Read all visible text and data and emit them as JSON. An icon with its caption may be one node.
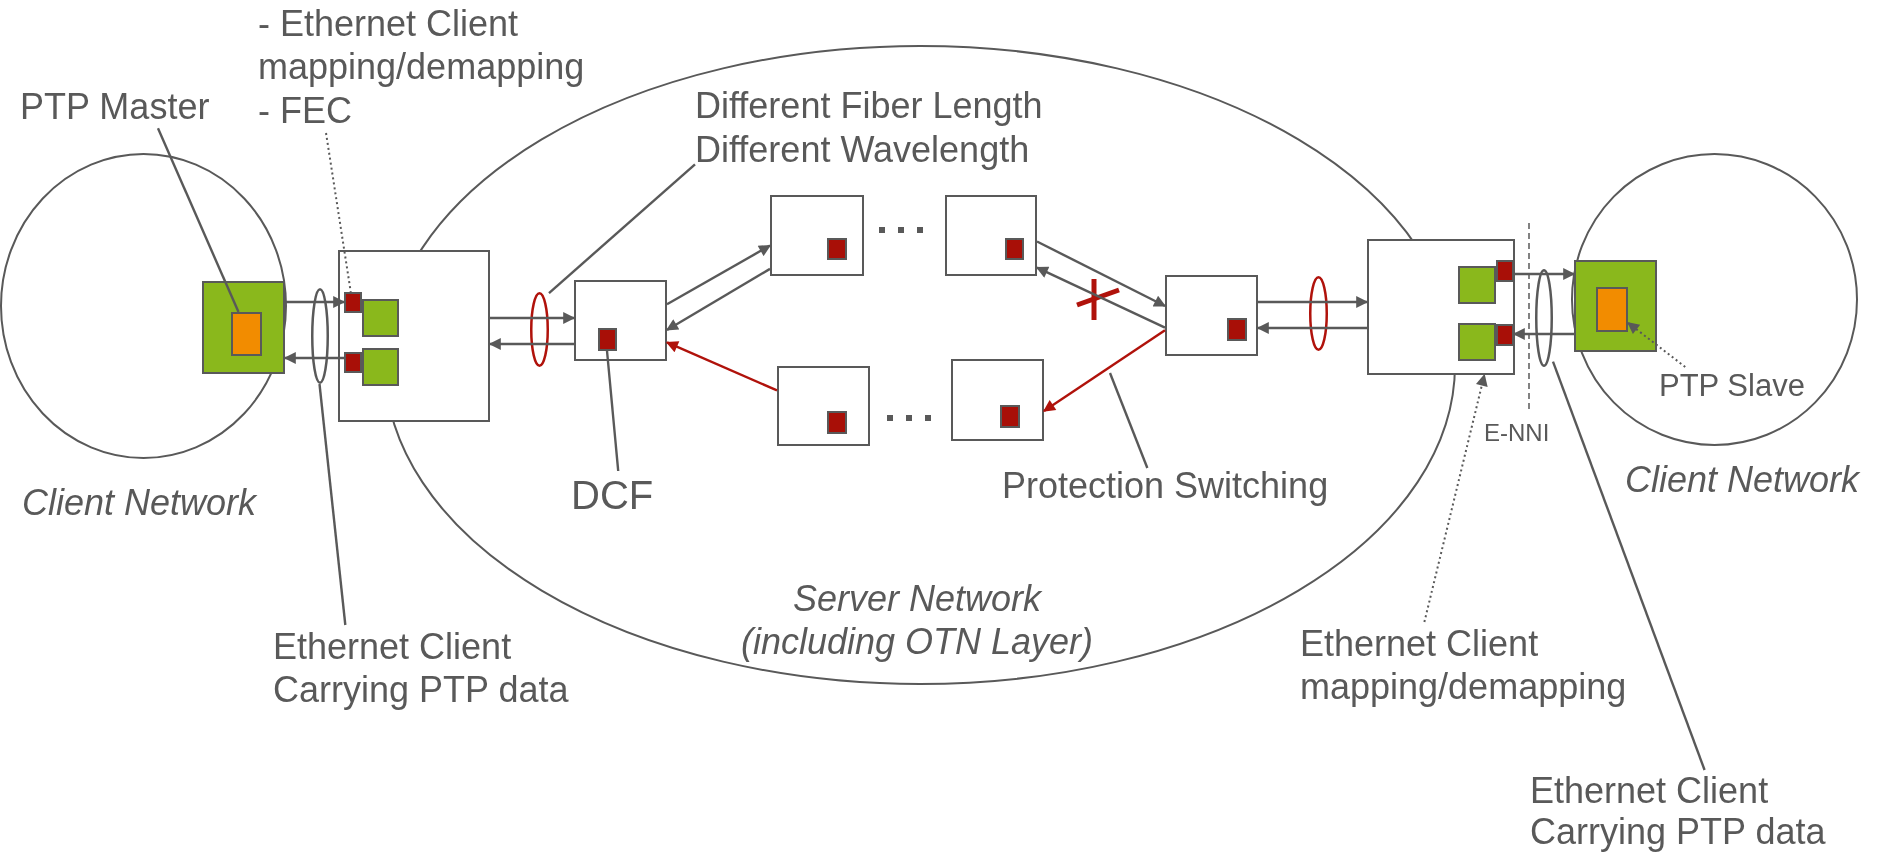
{
  "diagram": {
    "nodes": [
      {
        "text": [
          "Client Network"
        ]
      },
      {
        "text": [],
        "shape": "box",
        "in": 0
      },
      {
        "text": [],
        "shape": "box",
        "in": 1
      },
      {
        "text": [
          "PTP Master"
        ]
      },
      {
        "text": [
          "Server Network (including OTN Layer)"
        ]
      },
      {
        "text": [],
        "shape": "box"
      },
      {
        "text": [],
        "shape": "box",
        "in": 5
      },
      {
        "text": [],
        "shape": "box",
        "in": 5
      },
      {
        "text": [],
        "shape": "box",
        "in": 5
      },
      {
        "text": [],
        "shape": "box",
        "in": 5
      },
      {
        "text": [
          "- Ethernet Client mapping/demapping",
          "- FEC"
        ]
      },
      {
        "text": [],
        "shape": "ellipse"
      },
      {
        "text": [
          "Ethernet Client Carrying PTP data"
        ]
      },
      {
        "text": [],
        "shape": "ellipse",
        "in": 4
      },
      {
        "text": [
          "Different Fiber Length",
          "Different Wavelength"
        ],
        "in": 4
      },
      {
        "text": [],
        "shape": "box",
        "in": 4
      },
      {
        "text": [],
        "shape": "box",
        "in": 15
      },
      {
        "text": [
          "DCF"
        ],
        "in": 4
      },
      {
        "text": [],
        "shape": "box",
        "in": 4
      },
      {
        "text": [],
        "shape": "box",
        "in": 18
      },
      {
        "text": [],
        "shape": "box",
        "in": 4
      },
      {
        "text": [],
        "shape": "box",
        "in": 20
      },
      {
        "text": [],
        "shape": "box",
        "in": 4
      },
      {
        "text": [],
        "shape": "box",
        "in": 22
      },
      {
        "text": [],
        "shape": "box",
        "in": 4
      },
      {
        "text": [],
        "shape": "box",
        "in": 24
      },
      {
        "text": [],
        "shape": "box",
        "in": 4
      },
      {
        "text": [],
        "shape": "box",
        "in": 26
      },
      {
        "text": [
          "Protection Switching"
        ],
        "in": 4
      },
      {
        "text": [],
        "shape": "ellipse",
        "in": 4
      },
      {
        "text": [],
        "shape": "box"
      },
      {
        "text": [],
        "shape": "box",
        "in": 30
      },
      {
        "text": [],
        "shape": "box",
        "in": 30
      },
      {
        "text": [],
        "shape": "box",
        "in": 30
      },
      {
        "text": [],
        "shape": "box",
        "in": 30
      },
      {
        "text": [
          "Ethernet Client mapping/demapping"
        ]
      },
      {
        "text": [],
        "shape": "ellipse"
      },
      {
        "text": [
          "Ethernet Client Carrying PTP data"
        ]
      },
      {
        "text": [
          "Client Network"
        ]
      },
      {
        "text": [],
        "shape": "box",
        "in": 38
      },
      {
        "text": [],
        "shape": "box",
        "in": 39
      },
      {
        "text": [
          "PTP Slave"
        ],
        "in": 38
      }
    ],
    "edges": [
      {
        "from": 1,
        "to": 7,
        "arrow": "to"
      },
      {
        "from": 9,
        "to": 1,
        "arrow": "to"
      },
      {
        "from": 5,
        "to": 15,
        "arrow": "to"
      },
      {
        "from": 15,
        "to": 5,
        "arrow": "to"
      },
      {
        "from": 15,
        "to": 18,
        "arrow": "to"
      },
      {
        "from": 18,
        "to": 15,
        "arrow": "to"
      },
      {
        "from": 20,
        "to": 22,
        "arrow": "to"
      },
      {
        "from": 22,
        "to": 20,
        "arrow": "to"
      },
      {
        "from": 22,
        "to": 26,
        "arrow": "to",
        "color": "#b0120b"
      },
      {
        "from": 24,
        "to": 15,
        "arrow": "to",
        "color": "#b0120b"
      },
      {
        "from": 22,
        "to": 30,
        "arrow": "to"
      },
      {
        "from": 30,
        "to": 22,
        "arrow": "to"
      },
      {
        "from": 32,
        "to": 39,
        "arrow": "to"
      },
      {
        "from": 39,
        "to": 34,
        "arrow": "to"
      },
      {
        "from": 3,
        "to": 2,
        "arrow": "none"
      },
      {
        "from": 10,
        "to": 7,
        "arrow": "none",
        "style": "dashed"
      },
      {
        "from": 14,
        "to": 13,
        "arrow": "none"
      },
      {
        "from": 17,
        "to": 16,
        "arrow": "none"
      },
      {
        "from": 12,
        "to": 11,
        "arrow": "none"
      },
      {
        "from": 28,
        "to": null,
        "arrow": "none"
      },
      {
        "from": 35,
        "to": 30,
        "arrow": "to",
        "style": "dashed"
      },
      {
        "from": 37,
        "to": 36,
        "arrow": "none"
      },
      {
        "from": 41,
        "to": 40,
        "arrow": "to",
        "style": "dashed"
      }
    ],
    "labels": [
      "E-NNI"
    ]
  }
}
